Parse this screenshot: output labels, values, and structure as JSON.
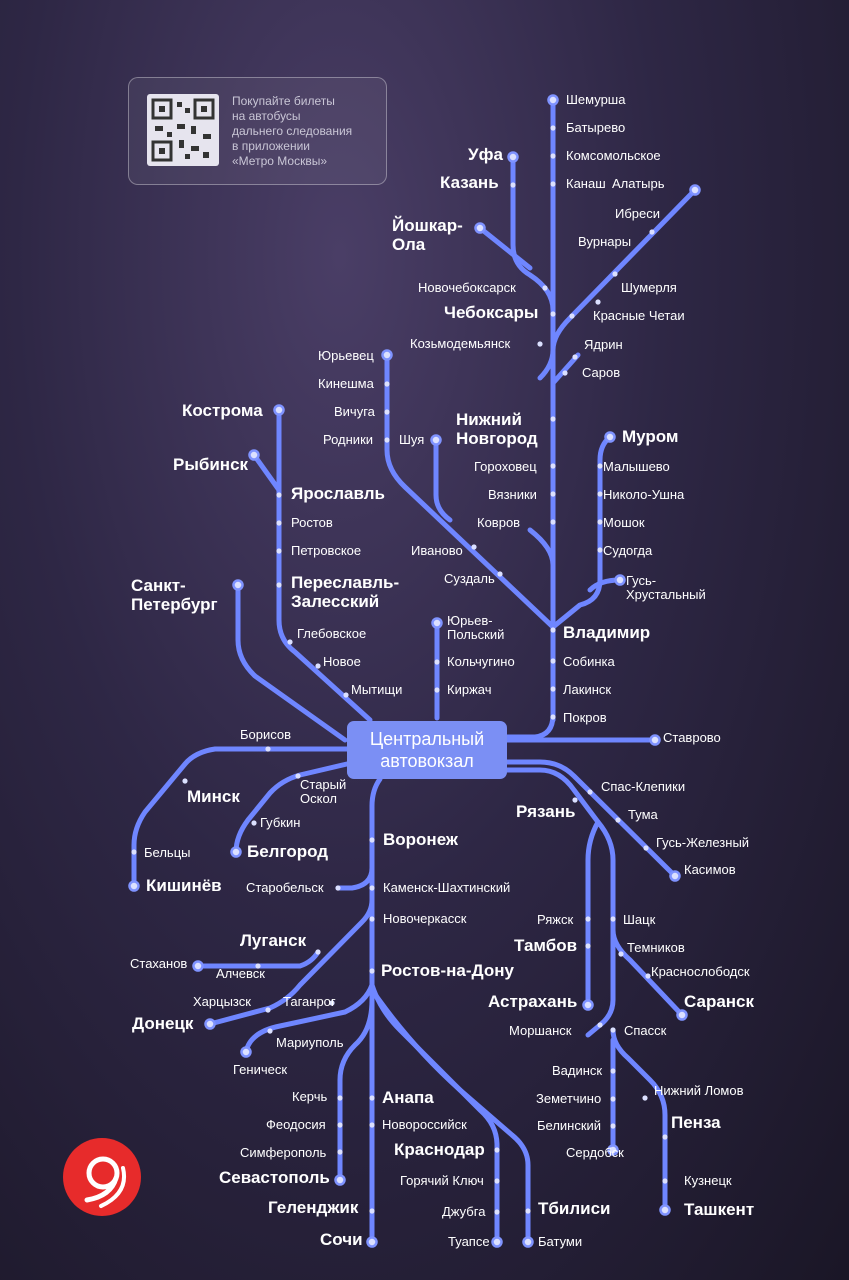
{
  "qr_text": "Покупайте билеты\nна автобусы\nдальнего следования\nв приложении\n«Метро Москвы»",
  "hub": "Центральный\nавтовокзал",
  "colors": {
    "route": "#6f86ff",
    "hub": "#7b8ff4",
    "logo": "#e72b2b"
  },
  "icons": {
    "qr": "qr-code-icon",
    "logo": "metro-app-logo-icon"
  },
  "stations": {
    "shemursha": "Шемурша",
    "batyrevo": "Батырево",
    "komsomolskoe": "Комсомольское",
    "kanash": "Канаш",
    "alatyr": "Алатырь",
    "ibresi": "Ибреси",
    "vurnary": "Вурнары",
    "shumerlya": "Шумерля",
    "krasnye_chetai": "Красные Четаи",
    "ufa": "Уфа",
    "kazan": "Казань",
    "yoshkar_ola": "Йошкар-\nОла",
    "novocheboksarsk": "Новочебоксарск",
    "cheboksary": "Чебоксары",
    "kozmodemyansk": "Козьмодемьянск",
    "yadrin": "Ядрин",
    "sarov": "Саров",
    "nizhny": "Нижний\nНовгород",
    "yurievets": "Юрьевец",
    "kineshma": "Кинешма",
    "vichuga": "Вичуга",
    "rodniki": "Родники",
    "shuya": "Шуя",
    "gorokhovets": "Гороховец",
    "vyazniki": "Вязники",
    "kovrov": "Ковров",
    "ivanovo": "Иваново",
    "suzdal": "Суздаль",
    "murom": "Муром",
    "malyshevo": "Малышево",
    "nikolo_ushna": "Николо-Ушна",
    "moshok": "Мошок",
    "sudogda": "Судогда",
    "gus_khrustalny": "Гусь-\nХрустальный",
    "vladimir": "Владимир",
    "sobinka": "Собинка",
    "lakinsk": "Лакинск",
    "pokrov": "Покров",
    "yuriev_polsky": "Юрьев-\nПольский",
    "kolchugino": "Кольчугино",
    "kirzhach": "Киржач",
    "kostroma": "Кострома",
    "rybinsk": "Рыбинск",
    "yaroslavl": "Ярославль",
    "rostov": "Ростов",
    "petrovskoe": "Петровское",
    "pereslavl": "Переславль-\nЗалесский",
    "spb": "Санкт-\nПетербург",
    "glebovskoe": "Глебовское",
    "novoe": "Новое",
    "mytishchi": "Мытищи",
    "stavrovo": "Ставрово",
    "borisov": "Борисов",
    "minsk": "Минск",
    "beltsy": "Бельцы",
    "kishinev": "Кишинёв",
    "stary_oskol": "Старый\nОскол",
    "gubkin": "Губкин",
    "belgorod": "Белгород",
    "voronezh": "Воронеж",
    "starobelsk": "Старобельск",
    "kamensk": "Каменск-Шахтинский",
    "novocherkassk": "Новочеркасск",
    "lugansk": "Луганск",
    "stakhanov": "Стаханов",
    "alchevsk": "Алчевск",
    "rostov_don": "Ростов-на-Дону",
    "khartsyzsk": "Харцызск",
    "taganrog": "Таганрог",
    "donetsk": "Донецк",
    "mariupol": "Мариуполь",
    "genichesk": "Геническ",
    "kerch": "Керчь",
    "feodosiya": "Феодосия",
    "simferopol": "Симферополь",
    "sevastopol": "Севастополь",
    "anapa": "Анапа",
    "novorossiysk": "Новороссийск",
    "krasnodar": "Краснодар",
    "goryachy_klyuch": "Горячий Ключ",
    "dzhubga": "Джубга",
    "tuapse": "Туапсе",
    "gelendzhik": "Геленджик",
    "sochi": "Сочи",
    "tbilisi": "Тбилиси",
    "batumi": "Батуми",
    "spas_klepiki": "Спас-Клепики",
    "tuma": "Тума",
    "gus_zhelezny": "Гусь-Железный",
    "kasimov": "Касимов",
    "ryazan": "Рязань",
    "ryazhsk": "Ряжск",
    "shatsk": "Шацк",
    "tambov": "Тамбов",
    "temnikov": "Темников",
    "krasnoslobodsk": "Краснослободск",
    "astrakhan": "Астрахань",
    "saransk": "Саранск",
    "morshansk": "Моршанск",
    "spassk": "Спасск",
    "vadinsk": "Вадинск",
    "zemetchino": "Земетчино",
    "nizhny_lomov": "Нижний Ломов",
    "belinsky": "Белинский",
    "penza": "Пенза",
    "serdobsk": "Сердобск",
    "kuznetsk": "Кузнецк",
    "tashkent": "Ташкент"
  }
}
